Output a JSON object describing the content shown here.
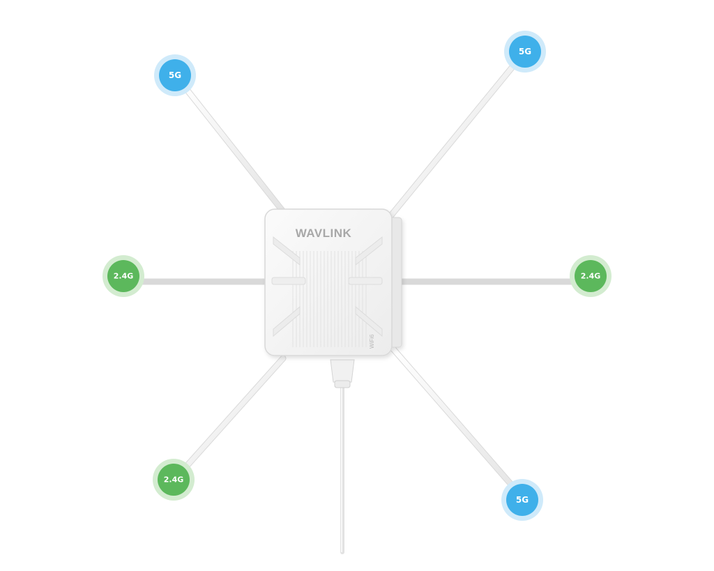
{
  "product": {
    "brand": "WAVLINK",
    "side_mark": "WiFi6"
  },
  "antennas": [
    {
      "id": "top-left",
      "band": "5G"
    },
    {
      "id": "top-right",
      "band": "5G"
    },
    {
      "id": "left",
      "band": "2.4G"
    },
    {
      "id": "right",
      "band": "2.4G"
    },
    {
      "id": "bottom-left",
      "band": "2.4G"
    },
    {
      "id": "bottom-right",
      "band": "5G"
    }
  ],
  "colors": {
    "band_5g": "#3fb0ea",
    "band_5g_halo": "#cfeafa",
    "band_24g": "#5cb85c",
    "band_24g_halo": "#d3ecd0",
    "device_body": "#f7f7f7",
    "background": "#ffffff"
  }
}
